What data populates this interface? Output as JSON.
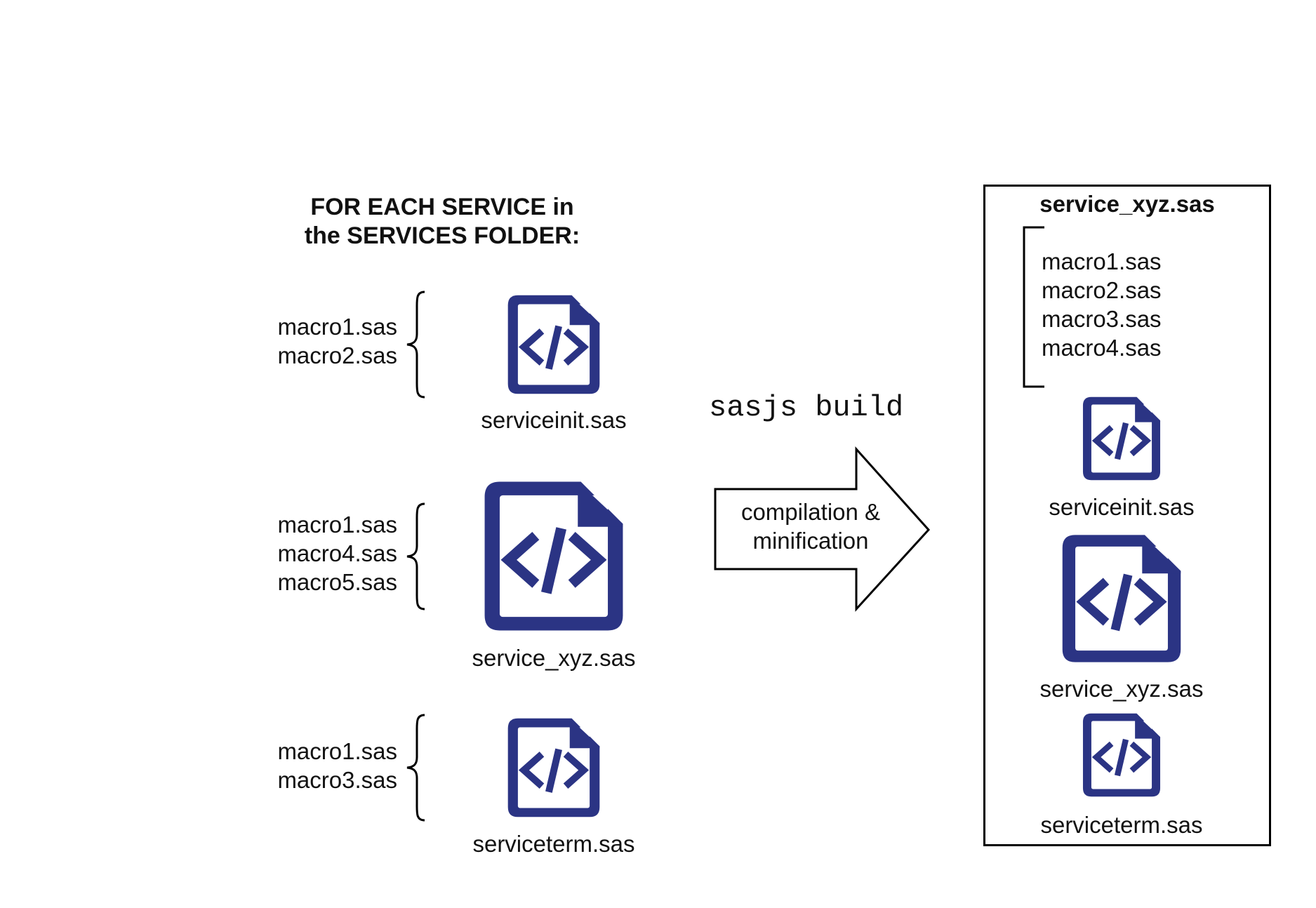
{
  "heading": {
    "line1": "FOR EACH SERVICE in",
    "line2": "the SERVICES FOLDER:"
  },
  "services": [
    {
      "file": "serviceinit.sas",
      "macros": [
        "macro1.sas",
        "macro2.sas"
      ],
      "icon": "code-file-icon"
    },
    {
      "file": "service_xyz.sas",
      "macros": [
        "macro1.sas",
        "macro4.sas",
        "macro5.sas"
      ],
      "icon": "code-file-icon"
    },
    {
      "file": "serviceterm.sas",
      "macros": [
        "macro1.sas",
        "macro3.sas"
      ],
      "icon": "code-file-icon"
    }
  ],
  "build": {
    "command": "sasjs build",
    "arrow_line1": "compilation &",
    "arrow_line2": "minification"
  },
  "output": {
    "title": "service_xyz.sas",
    "macros": [
      "macro1.sas",
      "macro2.sas",
      "macro3.sas",
      "macro4.sas"
    ],
    "files": [
      "serviceinit.sas",
      "service_xyz.sas",
      "serviceterm.sas"
    ]
  },
  "colors": {
    "icon": "#2b3484",
    "stroke": "#000000",
    "background": "#ffffff"
  }
}
